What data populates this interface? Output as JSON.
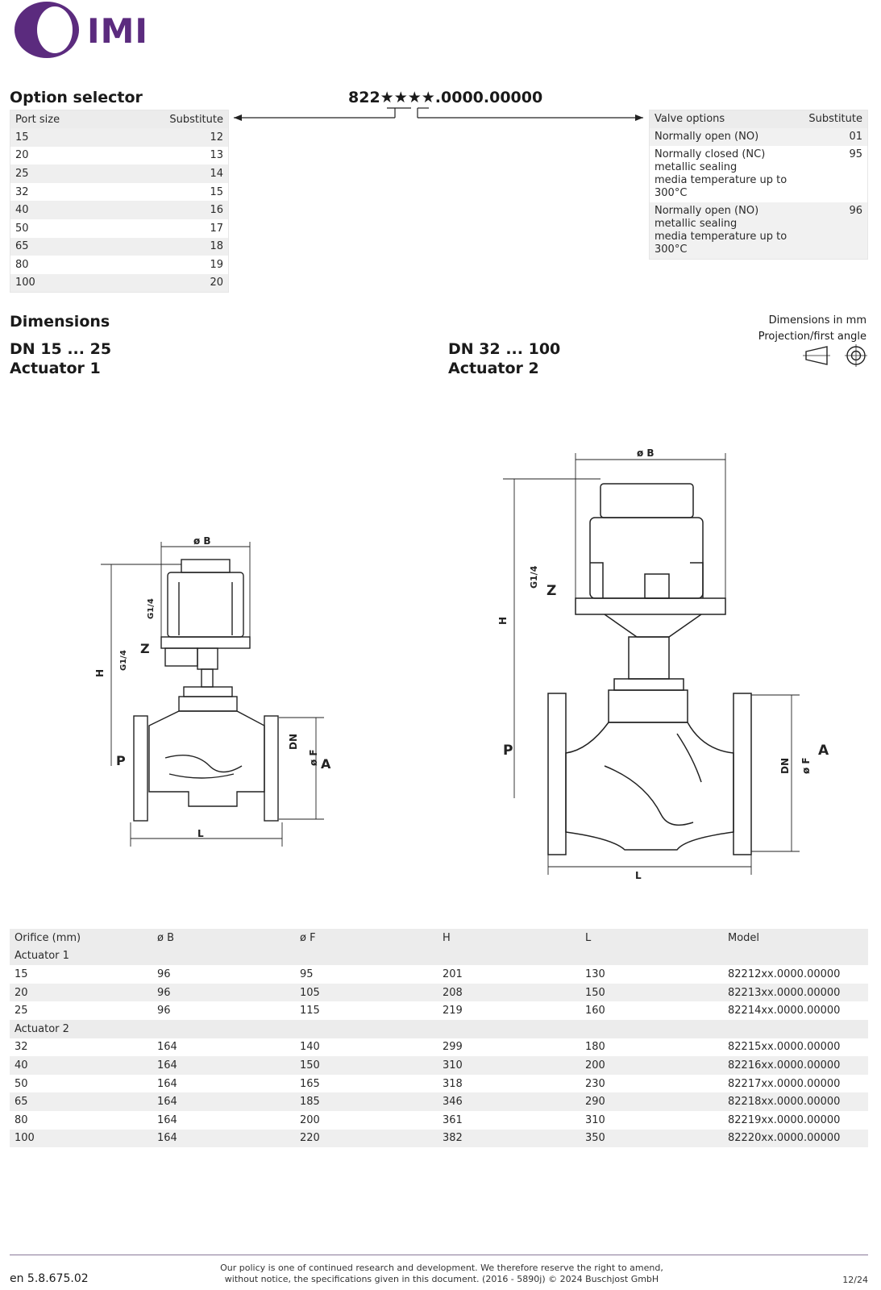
{
  "brand": {
    "name": "IMI",
    "color": "#5b2b7e"
  },
  "option_selector": {
    "title": "Option selector",
    "code": "822★★★★.0000.00000",
    "port_table": {
      "headers": [
        "Port size",
        "Substitute"
      ],
      "rows": [
        [
          "15",
          "12"
        ],
        [
          "20",
          "13"
        ],
        [
          "25",
          "14"
        ],
        [
          "32",
          "15"
        ],
        [
          "40",
          "16"
        ],
        [
          "50",
          "17"
        ],
        [
          "65",
          "18"
        ],
        [
          "80",
          "19"
        ],
        [
          "100",
          "20"
        ]
      ]
    },
    "valve_table": {
      "headers": [
        "Valve options",
        "Substitute"
      ],
      "rows": [
        [
          "Normally open (NO)",
          "01"
        ],
        [
          "Normally closed (NC)\nmetallic sealing\nmedia temperature up to\n300°C",
          "95"
        ],
        [
          "Normally open (NO)\nmetallic sealing\nmedia temperature up to\n300°C",
          "96"
        ]
      ]
    }
  },
  "dimensions": {
    "title": "Dimensions",
    "note_line1": "Dimensions in mm",
    "note_line2": "Projection/first angle",
    "left": {
      "line1": "DN 15 ... 25",
      "line2": "Actuator 1"
    },
    "right": {
      "line1": "DN 32 ... 100",
      "line2": "Actuator 2"
    },
    "labels": {
      "B": "ø B",
      "H": "H",
      "L": "L",
      "F": "ø F",
      "DN": "DN",
      "A": "A",
      "P": "P",
      "Z": "Z",
      "G": "G1/4"
    }
  },
  "dim_table": {
    "headers": [
      "Orifice (mm)",
      "ø B",
      "ø F",
      "H",
      "L",
      "Model"
    ],
    "groups": [
      {
        "name": "Actuator 1",
        "rows": [
          [
            "15",
            "96",
            "95",
            "201",
            "130",
            "82212xx.0000.00000"
          ],
          [
            "20",
            "96",
            "105",
            "208",
            "150",
            "82213xx.0000.00000"
          ],
          [
            "25",
            "96",
            "115",
            "219",
            "160",
            "82214xx.0000.00000"
          ]
        ]
      },
      {
        "name": "Actuator 2",
        "rows": [
          [
            "32",
            "164",
            "140",
            "299",
            "180",
            "82215xx.0000.00000"
          ],
          [
            "40",
            "164",
            "150",
            "310",
            "200",
            "82216xx.0000.00000"
          ],
          [
            "50",
            "164",
            "165",
            "318",
            "230",
            "82217xx.0000.00000"
          ],
          [
            "65",
            "164",
            "185",
            "346",
            "290",
            "82218xx.0000.00000"
          ],
          [
            "80",
            "164",
            "200",
            "361",
            "310",
            "82219xx.0000.00000"
          ],
          [
            "100",
            "164",
            "220",
            "382",
            "350",
            "82220xx.0000.00000"
          ]
        ]
      }
    ]
  },
  "footer": {
    "doc_id": "en 5.8.675.02",
    "policy_line1": "Our policy is one of continued research and development. We therefore reserve the right to amend,",
    "policy_line2": "without notice, the specifications given in this document. (2016 - 5890j) © 2024 Buschjost GmbH",
    "page": "12/24"
  }
}
